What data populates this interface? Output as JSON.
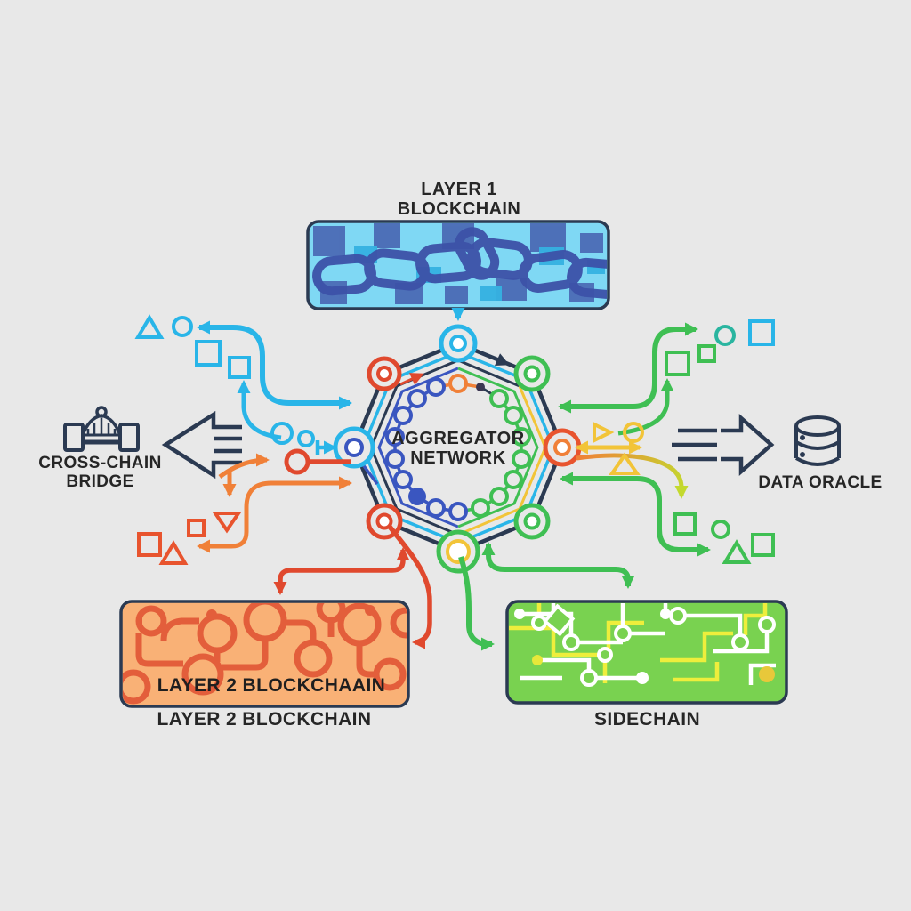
{
  "diagram": {
    "title": "Blockchain aggregator network diagram",
    "background": "#e8e8e8",
    "layer1": {
      "line1": "LAYER 1",
      "line2": "BLOCKCHAIN"
    },
    "aggregator": {
      "line1": "AGGREGATOR",
      "line2": "NETWORK"
    },
    "bridge": {
      "line1": "CROSS-CHAIN",
      "line2": "BRIDGE"
    },
    "oracle": {
      "label": "DATA ORACLE"
    },
    "layer2": {
      "inner_label": "LAYER 2 BLOCKCHAAIN",
      "caption": "LAYER 2 BLOCKCHAIN"
    },
    "sidechain": {
      "caption": "SIDECHAIN"
    },
    "colors": {
      "navy": "#2b3a52",
      "cyan": "#29b5e8",
      "blue": "#3a56c0",
      "green": "#3fbf53",
      "lime": "#c3d92e",
      "yellow": "#f2c438",
      "orange": "#f08038",
      "red": "#e0492e",
      "teal": "#2ab5a0",
      "layer1_fill": "#7fd8f4",
      "layer2_fill": "#f9b176",
      "sidechain_fill": "#79d250",
      "text": "#262626"
    },
    "icons": [
      "chain-link-icon",
      "bridge-icon",
      "fast-arrow-left-icon",
      "fast-arrow-right-icon",
      "database-icon",
      "node-network-pattern-icon",
      "circuit-board-pattern-icon",
      "octagon-network-icon"
    ]
  }
}
